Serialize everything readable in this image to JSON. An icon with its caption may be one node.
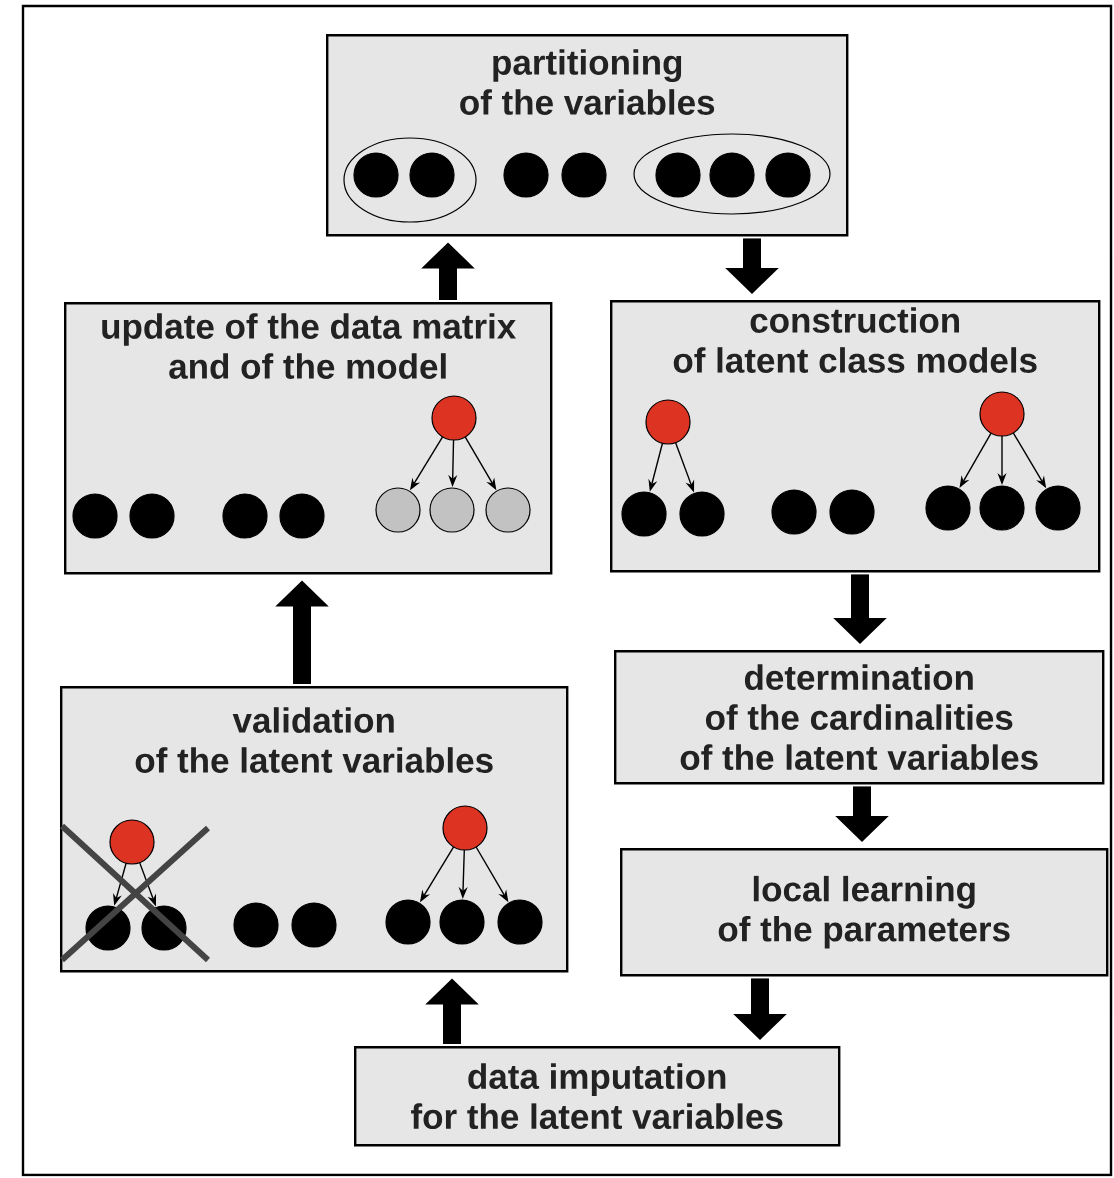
{
  "diagram": {
    "nodes": [
      {
        "text": [
          "partitioning of the variables"
        ]
      },
      {
        "text": [
          "update of the data matrix and of the model"
        ]
      },
      {
        "text": [
          "construction of latent class models"
        ]
      },
      {
        "text": [
          "determination of the cardinalities of the latent variables"
        ]
      },
      {
        "text": [
          "validation of the latent variables"
        ]
      },
      {
        "text": [
          "local learning of the parameters"
        ]
      },
      {
        "text": [
          "data imputation for the latent variables"
        ]
      }
    ],
    "edges": [
      {
        "from": 0,
        "to": 2,
        "arrow": "to"
      },
      {
        "from": 2,
        "to": 3,
        "arrow": "to"
      },
      {
        "from": 3,
        "to": 5,
        "arrow": "to"
      },
      {
        "from": 5,
        "to": 6,
        "arrow": "to"
      },
      {
        "from": 6,
        "to": 4,
        "arrow": "to"
      },
      {
        "from": 4,
        "to": 1,
        "arrow": "to"
      },
      {
        "from": 1,
        "to": 0,
        "arrow": "to"
      }
    ]
  }
}
